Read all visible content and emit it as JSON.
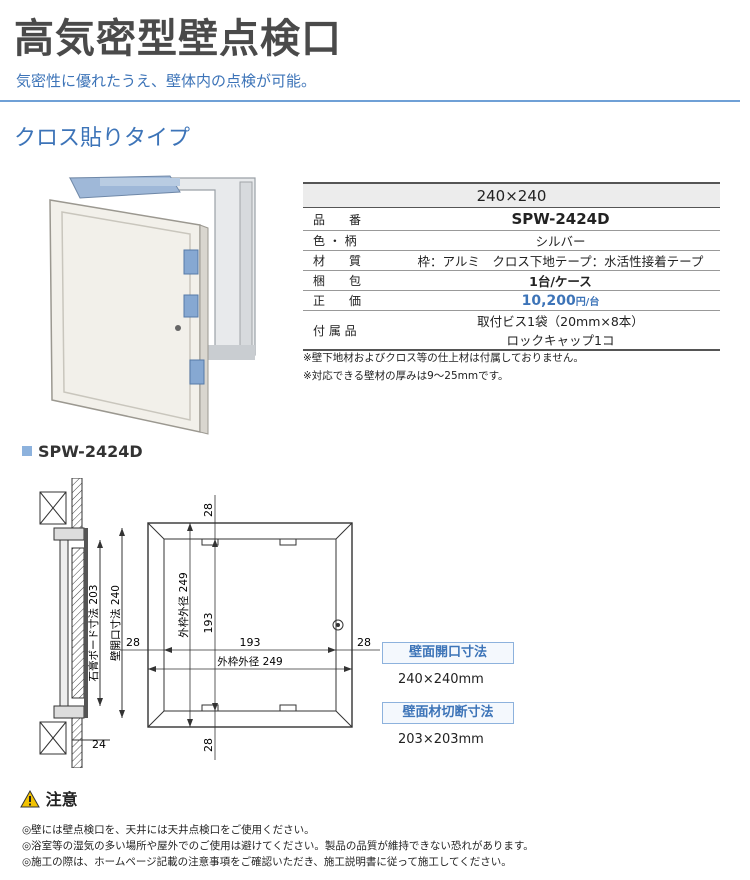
{
  "page": {
    "title": "高気密型壁点検口",
    "subtitle": "気密性に優れたうえ、壁体内の点検が可能。",
    "section_title": "クロス貼りタイプ"
  },
  "spec_table": {
    "size": "240×240",
    "rows": [
      {
        "key": "品　　番",
        "value": "SPW-2424D"
      },
      {
        "key": "色 ・ 柄",
        "value": "シルバー"
      },
      {
        "key": "材　　質",
        "value": "枠：アルミ　クロス下地テープ：水活性接着テープ"
      },
      {
        "key": "梱　　包",
        "value": "1台/ケース"
      },
      {
        "key": "正　　価",
        "value_main": "10,200",
        "value_unit": "円/台"
      },
      {
        "key": "付 属 品",
        "value_line1": "取付ビス1袋（20mm×8本）",
        "value_line2": "ロックキャップ1コ"
      }
    ],
    "notes": [
      "※壁下地材およびクロス等の仕上材は付属しておりません。",
      "※対応できる壁材の厚みは9～25mmです。"
    ]
  },
  "drawing": {
    "model": "SPW-2424D",
    "side_labels": {
      "board_cut": "石膏ボード寸法 203",
      "wall_opening": "壁開口寸法 240",
      "bottom": "24"
    },
    "front_labels": {
      "top": "28",
      "bottom": "28",
      "left": "28",
      "right": "28",
      "inner_w": "193",
      "inner_h": "193",
      "outer_w": "外枠外径 249",
      "outer_h": "外枠外径 249"
    },
    "wall_opening_title": "壁面開口寸法",
    "wall_opening_value": "240×240mm",
    "board_cut_title": "壁面材切断寸法",
    "board_cut_value": "203×203mm"
  },
  "caution": {
    "title": "注意",
    "lines": [
      "◎壁には壁点検口を、天井には天井点検口をご使用ください。",
      "◎浴室等の湿気の多い場所や屋外でのご使用は避けてください。製品の品質が維持できない恐れがあります。",
      "◎施工の際は、ホームページ記載の注意事項をご確認いただき、施工説明書に従って施工してください。"
    ]
  },
  "colors": {
    "accent": "#3d74b8",
    "rule": "#6fa0d6",
    "warn": "#f2c200"
  }
}
